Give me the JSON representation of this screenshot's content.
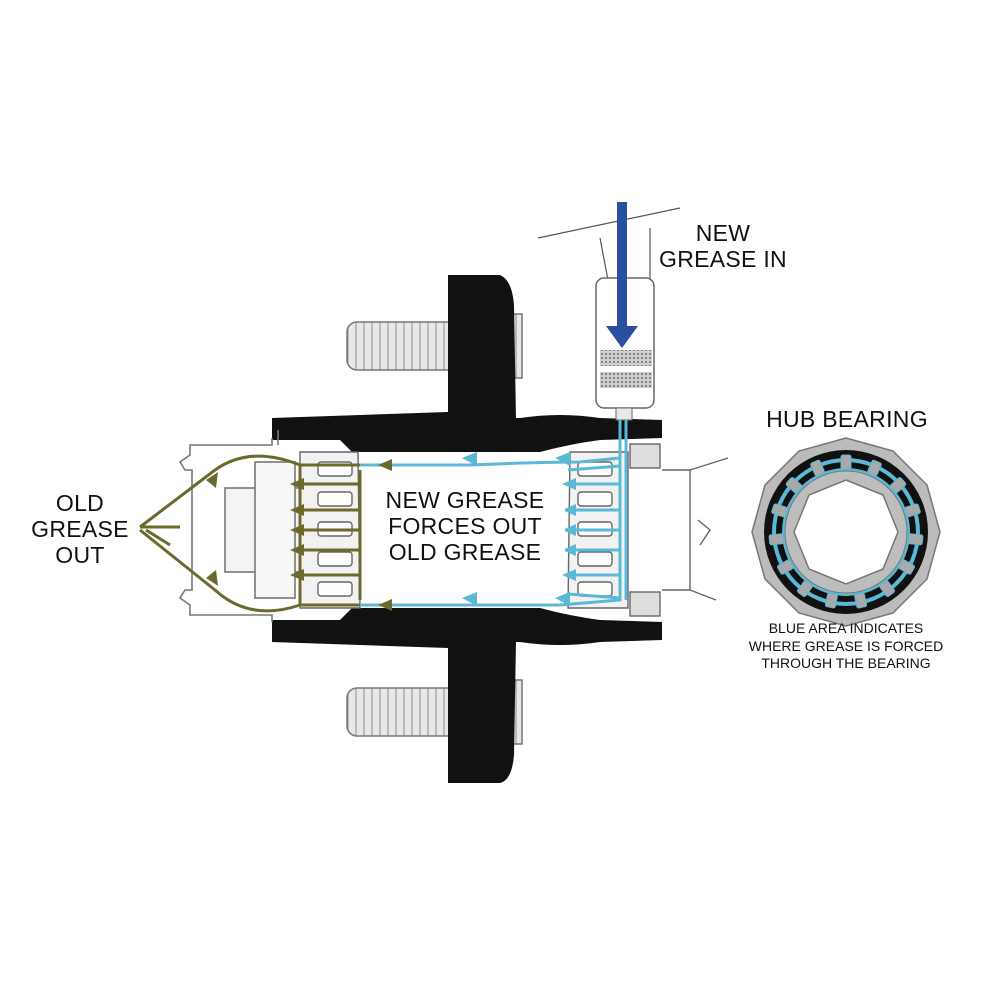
{
  "labels": {
    "new_grease_in": [
      "NEW",
      "GREASE IN"
    ],
    "old_grease_out": [
      "OLD",
      "GREASE",
      "OUT"
    ],
    "center_caption": [
      "NEW GREASE",
      "FORCES OUT",
      "OLD GREASE"
    ],
    "hub_bearing_title": "HUB BEARING",
    "hub_bearing_note": [
      "BLUE AREA INDICATES",
      "WHERE GREASE IS FORCED",
      "THROUGH THE BEARING"
    ]
  },
  "colors": {
    "new_grease": "#5bb8d6",
    "old_grease": "#6b6a2c",
    "inlet_arrow": "#2b4fa0",
    "hub_body": "#111111",
    "bearing_gray": "#a9a9a9"
  }
}
